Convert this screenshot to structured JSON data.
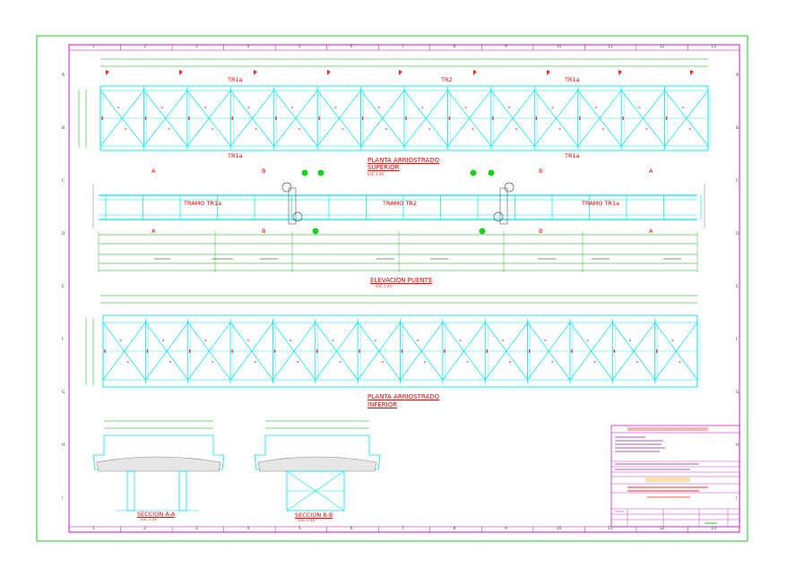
{
  "grid": {
    "columns": [
      "1",
      "2",
      "3",
      "4",
      "5",
      "6",
      "7",
      "8",
      "9",
      "10",
      "11",
      "12",
      "13"
    ],
    "rows": [
      "A",
      "B",
      "C",
      "D",
      "E",
      "F",
      "G",
      "H",
      "I"
    ]
  },
  "views": {
    "plan_upper": {
      "title": "PLANTA ARRIOSTRADO",
      "subtitle": "SUPERIOR",
      "scale": "ESC 1:40"
    },
    "elevation": {
      "title": "ELEVACION PUENTE",
      "scale": "ESC 1:40"
    },
    "plan_lower": {
      "title": "PLANTA ARRIOSTRADO",
      "subtitle": "INFERIOR",
      "scale": "ESC 1:40"
    },
    "section_aa": {
      "title": "SECCION A-A",
      "scale": "ESC 1:40"
    },
    "section_bb": {
      "title": "SECCION B-B",
      "scale": "ESC 1:40"
    }
  },
  "span_labels": {
    "tr1a": "TR1a",
    "tr2": "TR2",
    "tramo_tr1a": "TRAMO TR1a",
    "tramo_tr2": "TRAMO TR2"
  },
  "section_marks": {
    "a": "A",
    "b": "B"
  },
  "colors": {
    "frame": "#00cc00",
    "border": "#cc00cc",
    "steel": "#00e5ee",
    "text": "#ff0000",
    "dim": "#00aa00"
  }
}
